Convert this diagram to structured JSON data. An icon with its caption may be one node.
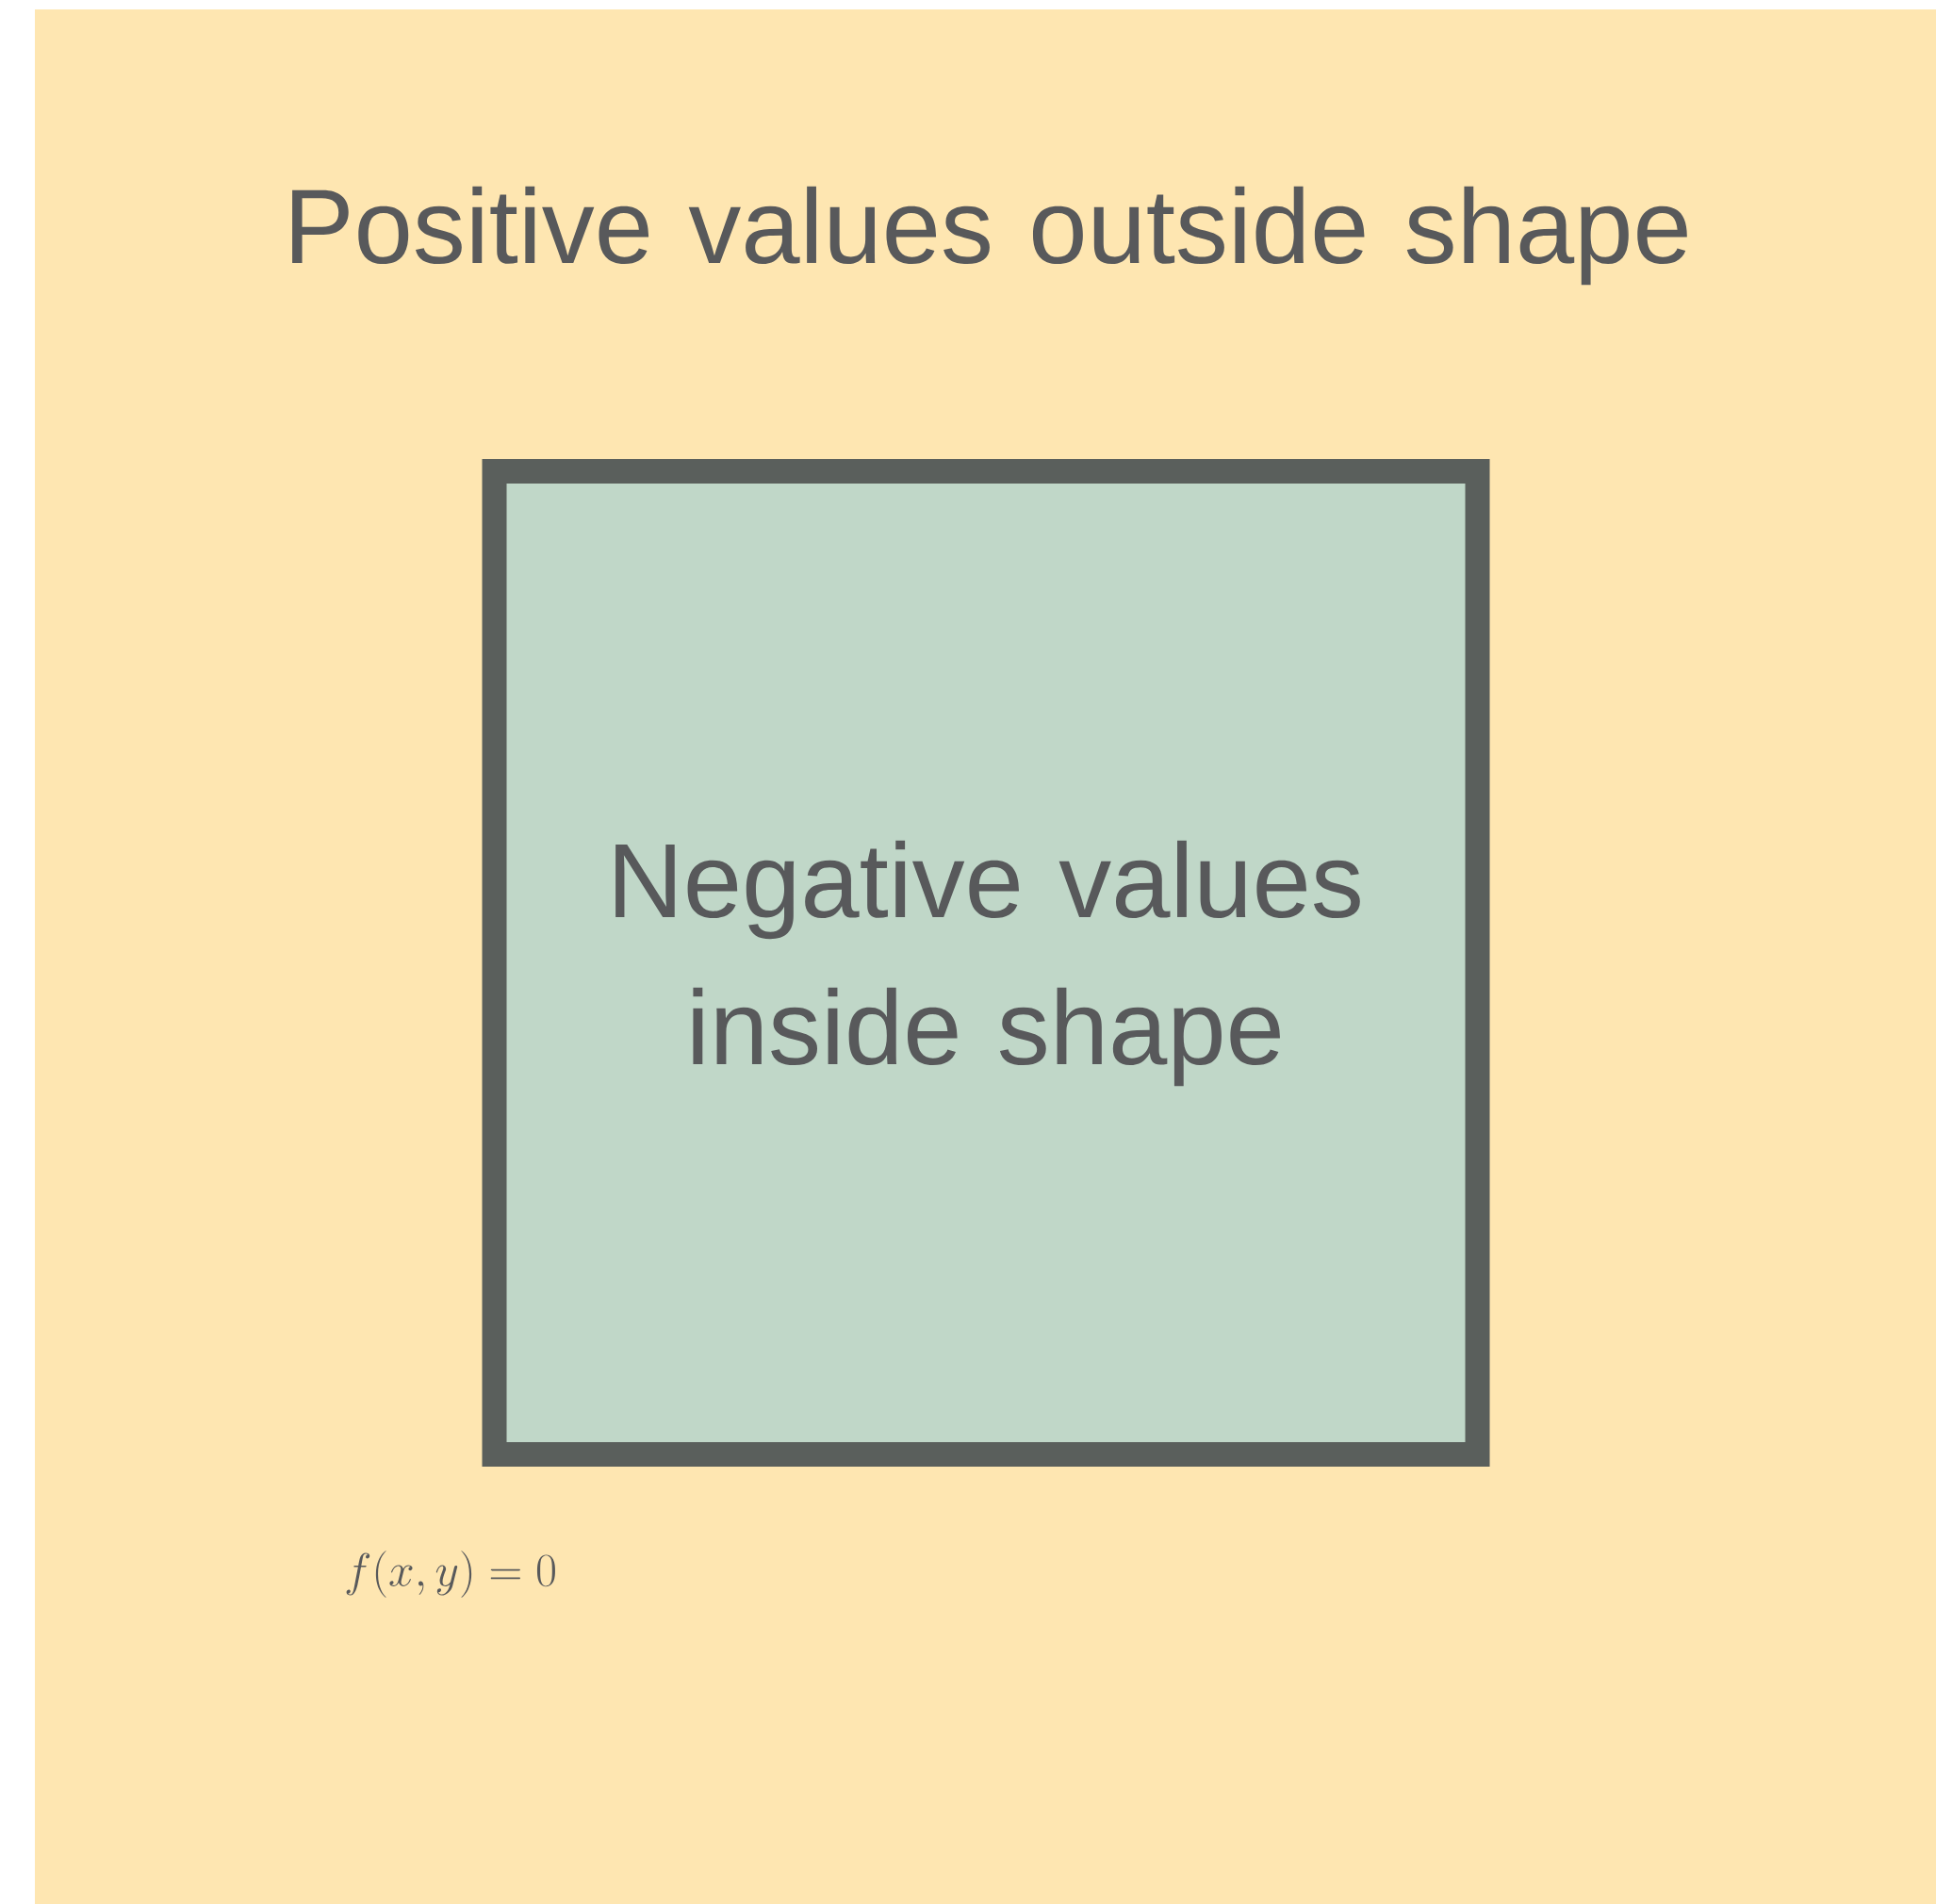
{
  "diagram": {
    "nodes": [
      {
        "text": [
          "Positive values outside shape"
        ]
      },
      {
        "text": [
          "Negative values inside shape"
        ],
        "in": 0
      }
    ],
    "labels": [
      "f(x, y) = 0"
    ]
  }
}
